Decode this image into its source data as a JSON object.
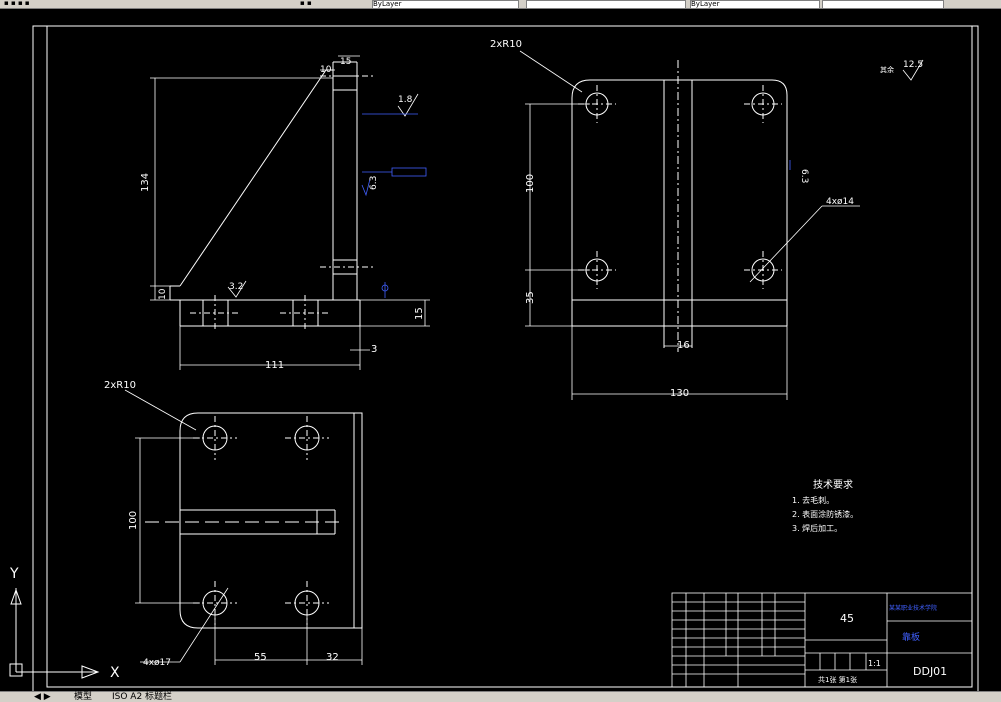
{
  "toolbar": {
    "layer_label": "ByLayer",
    "linetype_label": "ByLayer"
  },
  "dims": {
    "d15_top": "15",
    "d10_top": "10",
    "d134": "134",
    "d10_left": "10",
    "d111": "111",
    "d3": "3",
    "d15_right": "15",
    "r10_top": "2xR10",
    "d100_right": "100",
    "d35": "35",
    "d16": "16",
    "d130": "130",
    "hole14": "4xø14",
    "r10_bottom": "2xR10",
    "d100_bottom": "100",
    "d55": "55",
    "d32": "32",
    "hole17": "4xø17"
  },
  "roughness": {
    "r18": "1.8",
    "r32": "3.2",
    "r63_left": "6.3",
    "r63_right": "6.3",
    "r125": "12.5",
    "rest_label": "其余"
  },
  "notes": {
    "title": "技术要求",
    "items": [
      "1. 去毛刺。",
      "2. 表面涂防锈漆。",
      "3. 焊后加工。"
    ]
  },
  "title_block": {
    "material": "45",
    "part_name": "靠板",
    "school": "某某职业技术学院",
    "scale": "1:1",
    "sheet": "共1张 第1张",
    "drawing_no": "DDJ01"
  },
  "ucs": {
    "x_label": "X",
    "y_label": "Y"
  },
  "tabs": [
    "模型",
    "ISO A2 标题栏"
  ]
}
